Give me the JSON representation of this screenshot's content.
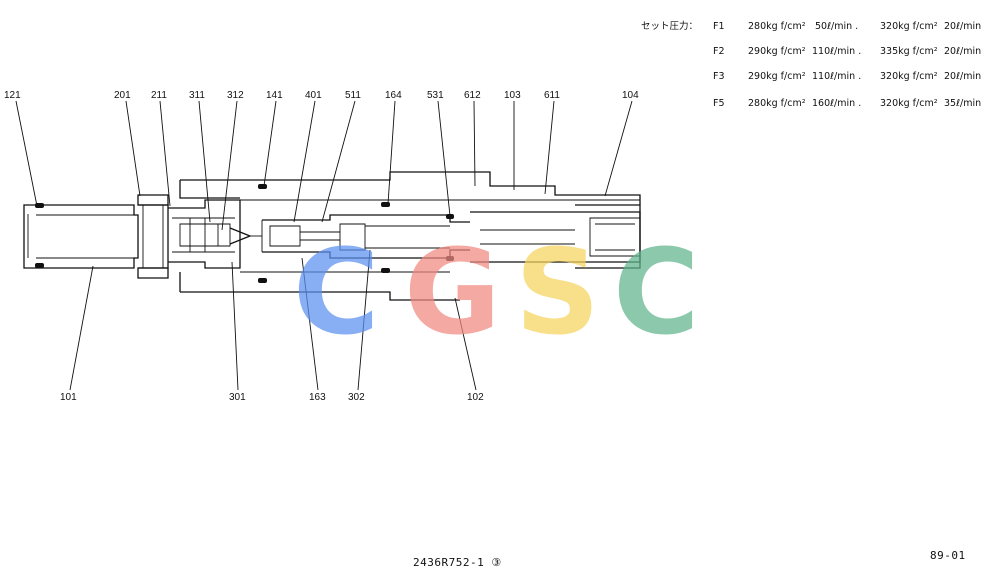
{
  "spec_heading": "セット圧力：",
  "specs": [
    {
      "port": "F1",
      "rate1": "280kg f/cm²",
      "flow1": "50ℓ/min .",
      "rate2": "320kg f/cm²",
      "flow2": "20ℓ/min"
    },
    {
      "port": "F2",
      "rate1": "290kg f/cm²",
      "flow1": "110ℓ/min .",
      "rate2": "335kg f/cm²",
      "flow2": "20ℓ/min"
    },
    {
      "port": "F3",
      "rate1": "290kg f/cm²",
      "flow1": "110ℓ/min .",
      "rate2": "320kg f/cm²",
      "flow2": "20ℓ/min"
    },
    {
      "port": "F5",
      "rate1": "280kg f/cm²",
      "flow1": "160ℓ/min .",
      "rate2": "320kg f/cm²",
      "flow2": "35ℓ/min"
    }
  ],
  "labels_top": [
    "121",
    "201",
    "211",
    "311",
    "312",
    "141",
    "401",
    "511",
    "164",
    "531",
    "612",
    "103",
    "611",
    "104"
  ],
  "labels_bottom": [
    "101",
    "301",
    "163",
    "302",
    "102"
  ],
  "drawing_number": "2436R752-1 ③",
  "page_code": "89-01",
  "watermark": {
    "letters": [
      "C",
      "G",
      "S",
      "C"
    ],
    "colors": [
      "#5b8ff0",
      "#f08a80",
      "#f6d35c",
      "#5fb48d"
    ]
  }
}
